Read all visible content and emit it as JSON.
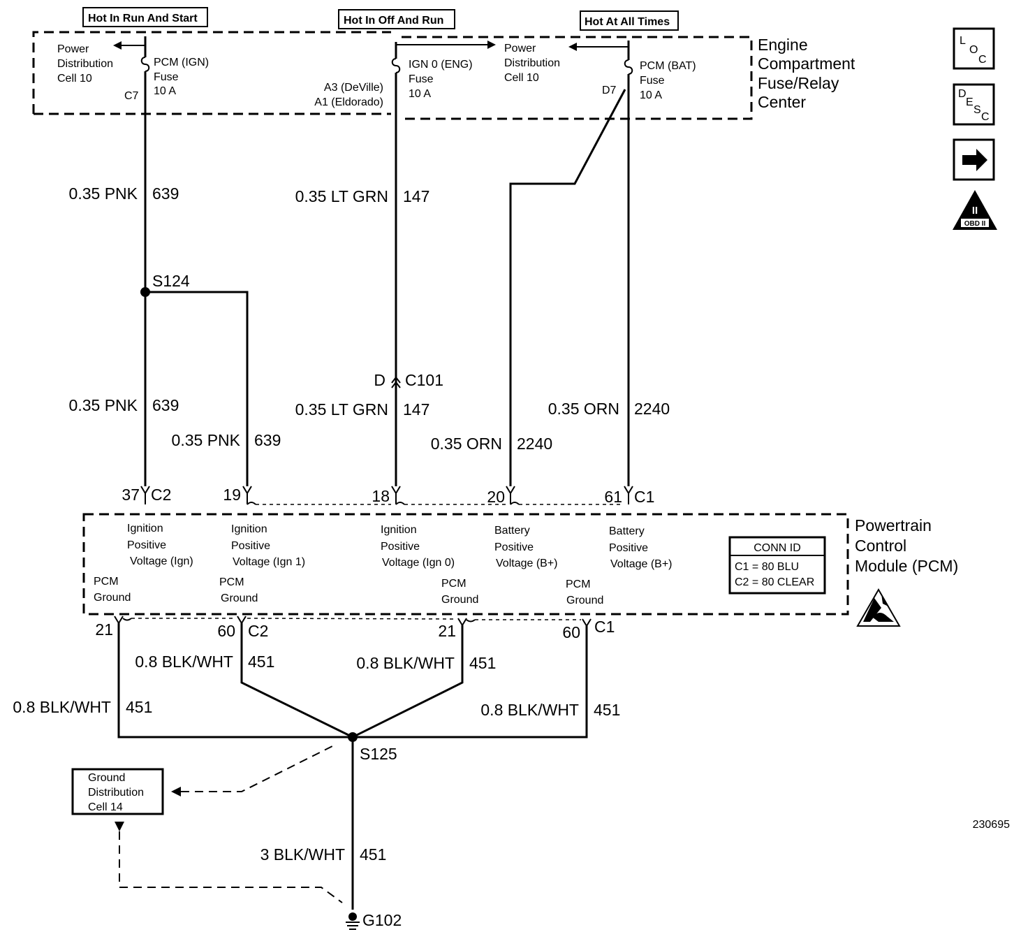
{
  "headers": {
    "hot_run_start": "Hot In Run And Start",
    "hot_off_run": "Hot In Off And Run",
    "hot_all_times": "Hot At All Times"
  },
  "fuse_center": {
    "name": [
      "Engine",
      "Compartment",
      "Fuse/Relay",
      "Center"
    ],
    "power_dist_left": [
      "Power",
      "Distribution",
      "Cell 10"
    ],
    "power_dist_right": [
      "Power",
      "Distribution",
      "Cell 10"
    ],
    "fuse_ign": {
      "name": "PCM (IGN)",
      "type": "Fuse",
      "rating": "10 A",
      "cavity": "C7"
    },
    "fuse_ign0": {
      "name": "IGN 0 (ENG)",
      "type": "Fuse",
      "rating": "10 A",
      "cavity_a": "A3 (DeVille)",
      "cavity_b": "A1 (Eldorado)"
    },
    "fuse_bat": {
      "name": "PCM (BAT)",
      "type": "Fuse",
      "rating": "10 A",
      "cavity": "D7"
    }
  },
  "wires": {
    "pnk_top": {
      "gauge_color": "0.35 PNK",
      "circuit": "639"
    },
    "grn_top": {
      "gauge_color": "0.35 LT GRN",
      "circuit": "147"
    },
    "pnk_mid": {
      "gauge_color": "0.35 PNK",
      "circuit": "639"
    },
    "pnk_branch": {
      "gauge_color": "0.35 PNK",
      "circuit": "639"
    },
    "grn_mid": {
      "gauge_color": "0.35 LT GRN",
      "circuit": "147"
    },
    "orn_left": {
      "gauge_color": "0.35 ORN",
      "circuit": "2240"
    },
    "orn_right": {
      "gauge_color": "0.35 ORN",
      "circuit": "2240"
    },
    "gnd_a": {
      "gauge_color": "0.8 BLK/WHT",
      "circuit": "451"
    },
    "gnd_b": {
      "gauge_color": "0.8 BLK/WHT",
      "circuit": "451"
    },
    "gnd_outer_left": {
      "gauge_color": "0.8 BLK/WHT",
      "circuit": "451"
    },
    "gnd_outer_right": {
      "gauge_color": "0.8 BLK/WHT",
      "circuit": "451"
    },
    "gnd_main": {
      "gauge_color": "3 BLK/WHT",
      "circuit": "451"
    }
  },
  "splices": {
    "s124": "S124",
    "s125": "S125"
  },
  "inline_connector": {
    "pin": "D",
    "name": "C101"
  },
  "pcm_pins_top": {
    "p37": "37",
    "c2": "C2",
    "p19": "19",
    "p18": "18",
    "p20": "20",
    "p61": "61",
    "c1": "C1"
  },
  "pcm_pins_bottom": {
    "p21a": "21",
    "p60a": "60",
    "c2": "C2",
    "p21b": "21",
    "p60b": "60",
    "c1": "C1"
  },
  "pcm": {
    "name": [
      "Powertrain",
      "Control",
      "Module (PCM)"
    ],
    "inputs": [
      [
        "Ignition",
        "Positive",
        "Voltage (Ign)"
      ],
      [
        "Ignition",
        "Positive",
        "Voltage (Ign 1)"
      ],
      [
        "Ignition",
        "Positive",
        "Voltage (Ign 0)"
      ],
      [
        "Battery",
        "Positive",
        "Voltage (B+)"
      ],
      [
        "Battery",
        "Positive",
        "Voltage (B+)"
      ]
    ],
    "grounds": [
      [
        "PCM",
        "Ground"
      ],
      [
        "PCM",
        "Ground"
      ],
      [
        "PCM",
        "Ground"
      ],
      [
        "PCM",
        "Ground"
      ]
    ],
    "conn_id": {
      "title": "CONN ID",
      "c1": "C1 = 80 BLU",
      "c2": "C2 = 80 CLEAR"
    }
  },
  "ground_dist": [
    "Ground",
    "Distribution",
    "Cell 14"
  ],
  "ground_point": "G102",
  "side_icons": {
    "loc": {
      "main": "L",
      "sub": "O",
      "sub2": "C"
    },
    "desc": {
      "main": "D",
      "sub": "E",
      "sub2": "S",
      "sub3": "C"
    },
    "obd": "OBD II",
    "obd_roman": "II"
  },
  "figure_number": "230695"
}
